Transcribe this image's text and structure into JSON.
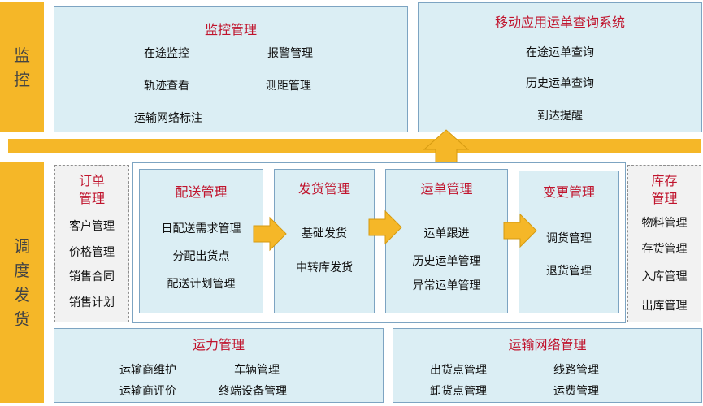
{
  "sidebar": {
    "top_label": [
      "监",
      "控"
    ],
    "bottom_label": [
      "调",
      "度",
      "发",
      "货"
    ]
  },
  "monitor": {
    "title": "监控管理",
    "items": [
      "在途监控",
      "报警管理",
      "轨迹查看",
      "测距管理",
      "运输网络标注"
    ]
  },
  "mobile": {
    "title": "移动应用运单查询系统",
    "items": [
      "在途运单查询",
      "历史运单查询",
      "到达提醒"
    ]
  },
  "order": {
    "title": [
      "订单",
      "管理"
    ],
    "items": [
      "客户管理",
      "价格管理",
      "销售合同",
      "销售计划"
    ]
  },
  "delivery": {
    "title": "配送管理",
    "items": [
      "日配送需求管理",
      "分配出货点",
      "配送计划管理"
    ]
  },
  "shipping": {
    "title": "发货管理",
    "items": [
      "基础发货",
      "中转库发货"
    ]
  },
  "waybill": {
    "title": "运单管理",
    "items": [
      "运单跟进",
      "历史运单管理",
      "异常运单管理"
    ]
  },
  "change": {
    "title": "变更管理",
    "items": [
      "调货管理",
      "退货管理"
    ]
  },
  "inventory": {
    "title": [
      "库存",
      "管理"
    ],
    "items": [
      "物料管理",
      "存货管理",
      "入库管理",
      "出库管理"
    ]
  },
  "capacity": {
    "title": "运力管理",
    "items": [
      "运输商维护",
      "车辆管理",
      "运输商评价",
      "终端设备管理"
    ]
  },
  "network": {
    "title": "运输网络管理",
    "items": [
      "出货点管理",
      "线路管理",
      "卸货点管理",
      "运费管理"
    ]
  },
  "colors": {
    "accent": "#f5b728",
    "title_red": "#c0142d",
    "box_fill": "#dbeef4",
    "box_border": "#7da4c2"
  }
}
